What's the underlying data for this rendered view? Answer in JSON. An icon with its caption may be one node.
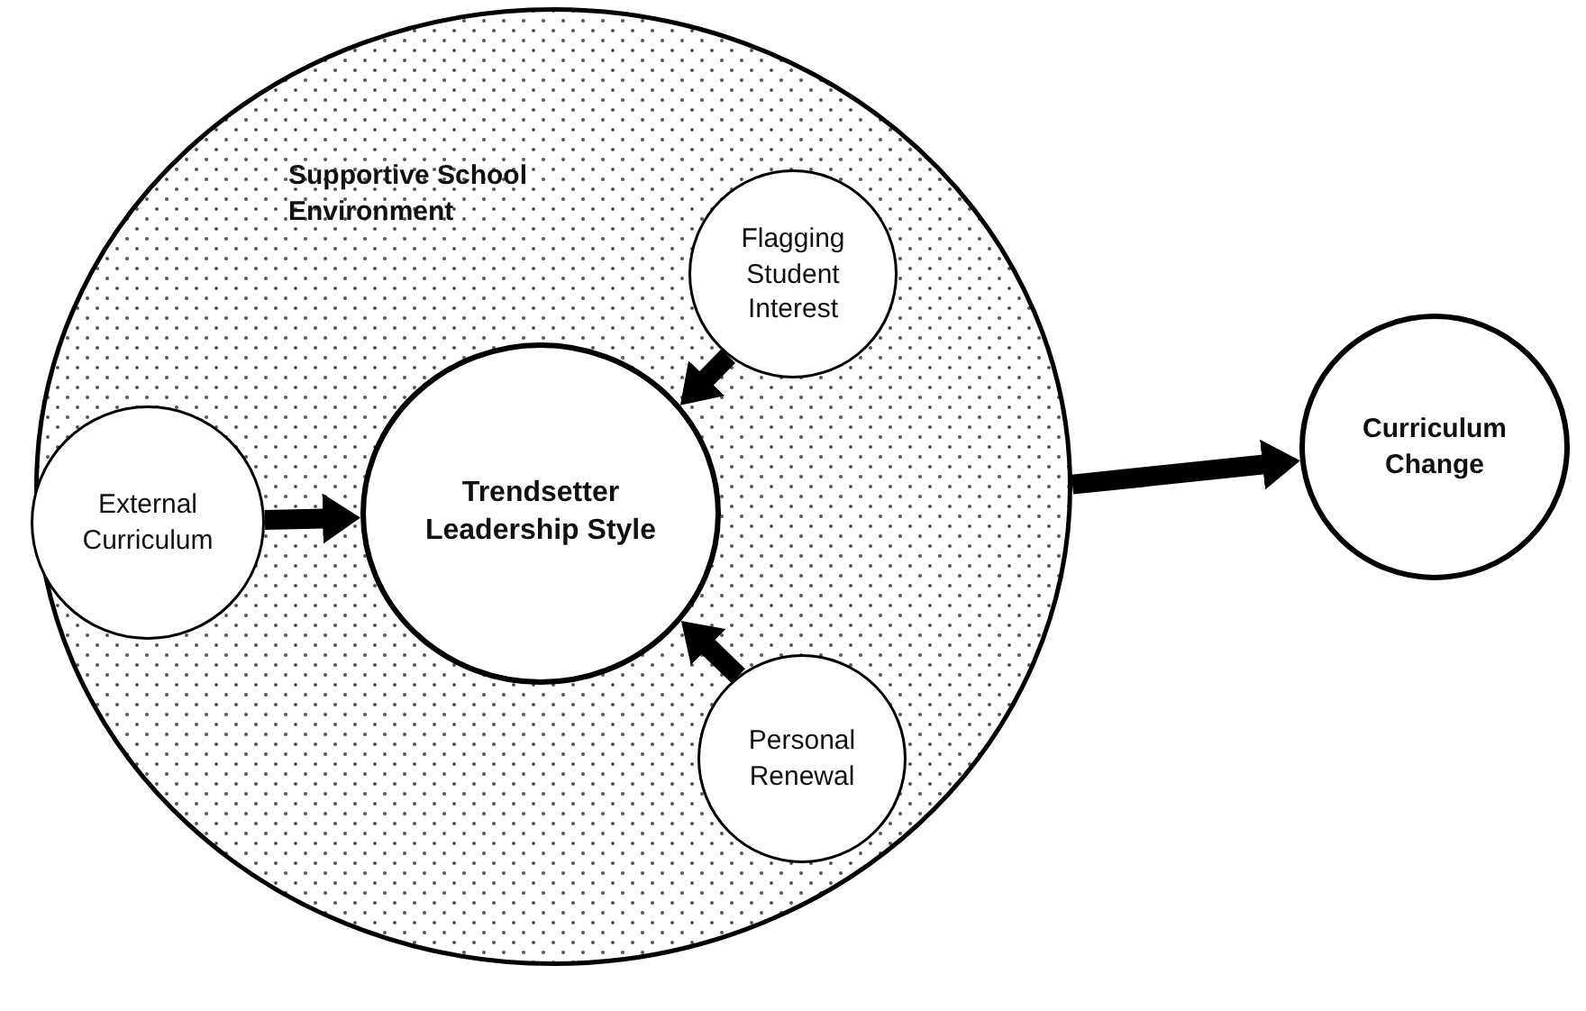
{
  "diagram": {
    "nodes": [
      {
        "text": [
          "Supportive School Environment"
        ]
      },
      {
        "text": [
          "Flagging Student Interest"
        ],
        "in": 0
      },
      {
        "text": [
          "External Curriculum"
        ],
        "in": 0
      },
      {
        "text": [
          "Trendsetter Leadership Style"
        ],
        "in": 0
      },
      {
        "text": [
          "Personal Renewal"
        ],
        "in": 0
      },
      {
        "text": [
          "Curriculum Change"
        ]
      }
    ],
    "edges": [
      {
        "from": 1,
        "to": 3,
        "arrow": "to"
      },
      {
        "from": 2,
        "to": 3,
        "arrow": "to"
      },
      {
        "from": 4,
        "to": 3,
        "arrow": "to"
      },
      {
        "from": 0,
        "to": 5,
        "arrow": "to"
      }
    ]
  }
}
